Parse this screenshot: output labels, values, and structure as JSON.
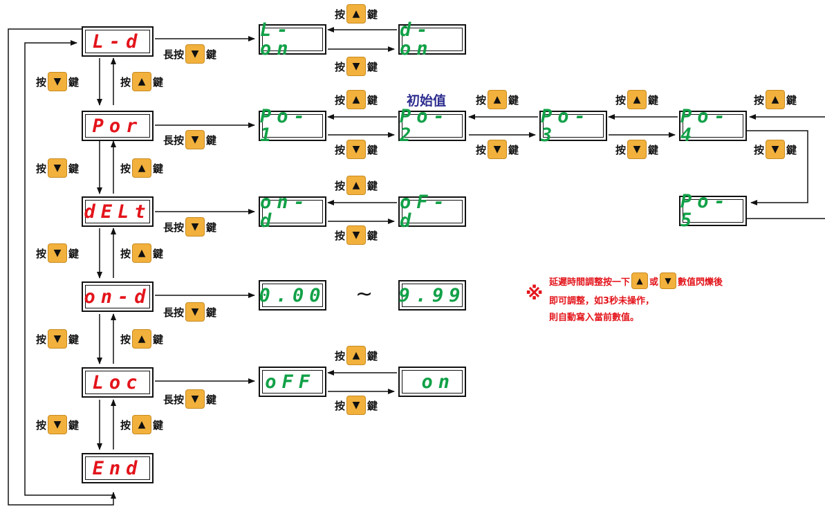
{
  "menu": [
    {
      "id": "L-d",
      "display": "L-d"
    },
    {
      "id": "Por",
      "display": "Por"
    },
    {
      "id": "dELt",
      "display": "dELt"
    },
    {
      "id": "on-d",
      "display": "on-d"
    },
    {
      "id": "Loc",
      "display": "Loc"
    },
    {
      "id": "End",
      "display": "End"
    }
  ],
  "options": {
    "L-on": "L-on",
    "d-on": "d-on",
    "Po-1": "Po-1",
    "Po-2": "Po-2",
    "Po-3": "Po-3",
    "Po-4": "Po-4",
    "Po-5": "Po-5",
    "on-d": "on-d",
    "oF-d": "oF-d",
    "min": "0.00",
    "max": "9.99",
    "oFF": "oFF",
    "on": "on"
  },
  "labels": {
    "press": "按",
    "long_press": "長按",
    "key": "鍵",
    "up_symbol": "▲",
    "down_symbol": "▼",
    "range_sep": "~",
    "default": "初始值"
  },
  "note": {
    "mark": "※",
    "line1_a": "延遲時間調整按一下",
    "line1_or": "或",
    "line1_b": "數值閃爍後",
    "line2": "即可調整，如3秒未操作，",
    "line3": "則自動寫入當前數值。"
  },
  "colors": {
    "menu_text": "#e3141b",
    "option_text": "#12a148",
    "key_fill": "#f2b13c",
    "default_text": "#2d2d8f"
  }
}
